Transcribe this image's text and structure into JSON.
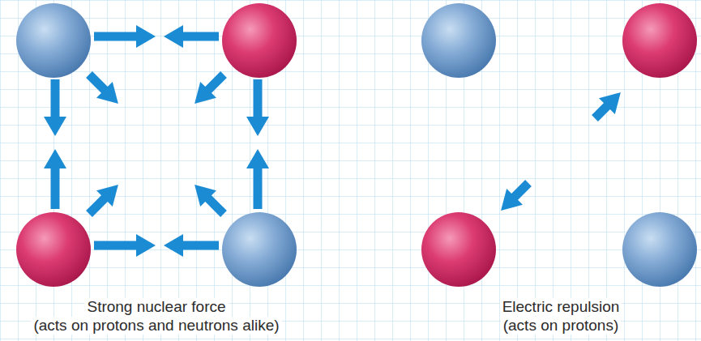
{
  "diagram": {
    "labels": [
      "Strong nuclear force",
      "(acts on protons and neutrons alike)",
      "Electric repulsion",
      "(acts on protons)"
    ]
  }
}
